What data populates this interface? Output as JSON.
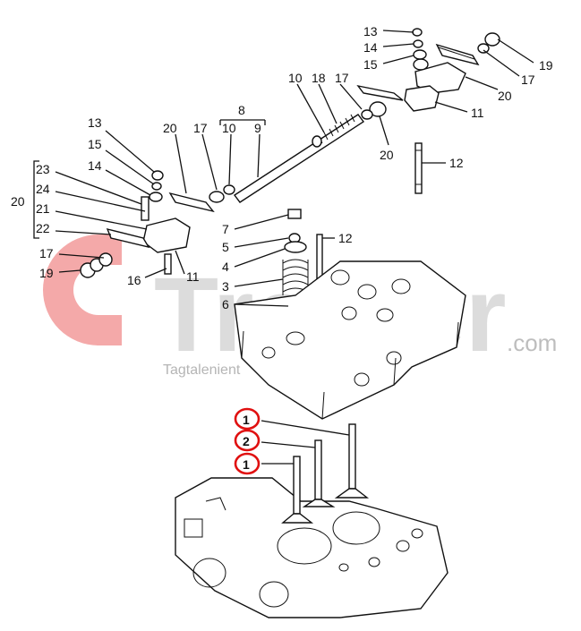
{
  "watermark": {
    "brand": "Trakter",
    "suffix": ".com",
    "tagline": "Tagtalenient",
    "color": "#f4a9a9"
  },
  "highlight_color": "#e01010",
  "callouts": {
    "c13a": "13",
    "c14a": "14",
    "c15a": "15",
    "c19a": "19",
    "c17a": "17",
    "c20a": "20",
    "c11a": "11",
    "c12a": "12",
    "c10a": "10",
    "c18": "18",
    "c17b": "17",
    "c20b": "20",
    "c8": "8",
    "c10b": "10",
    "c9": "9",
    "c13b": "13",
    "c15b": "15",
    "c14b": "14",
    "c20c": "20",
    "c17c": "17",
    "c23": "23",
    "c24": "24",
    "c21": "21",
    "c22": "22",
    "c20d": "20",
    "c17d": "17",
    "c19b": "19",
    "c16": "16",
    "c11b": "11",
    "c7": "7",
    "c5": "5",
    "c4": "4",
    "c3": "3",
    "c6": "6",
    "c12b": "12",
    "v1a": "1",
    "v2": "2",
    "v1b": "1"
  }
}
